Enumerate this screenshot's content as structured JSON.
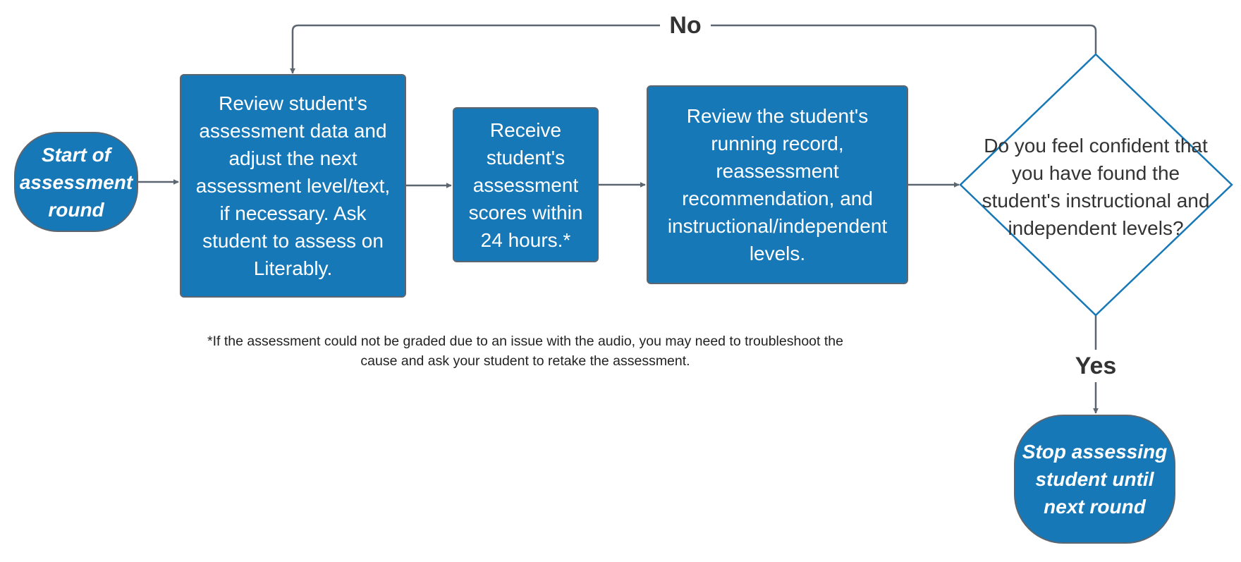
{
  "nodes": {
    "start": "Start of assessment round",
    "review_data": "Review student's assessment data and adjust the next assessment level/text, if necessary.  Ask student to assess on Literably.",
    "receive_scores": "Receive student's assessment scores within 24 hours.*",
    "review_record": "Review the student's running record, reassessment recommendation, and instructional/independent levels.",
    "decision": "Do you feel confident that you have found the student's instructional and independent levels?",
    "stop": "Stop assessing student until next round"
  },
  "edges": {
    "no_label": "No",
    "yes_label": "Yes"
  },
  "footnote": {
    "line1": "*If the assessment could not be graded due to an issue with the audio, you may need to troubleshoot the",
    "line2": "cause and ask your student to retake the assessment."
  },
  "colors": {
    "node_fill": "#1778b7",
    "node_border": "#5b6670",
    "connector": "#5b6670",
    "text_dark": "#333333"
  }
}
